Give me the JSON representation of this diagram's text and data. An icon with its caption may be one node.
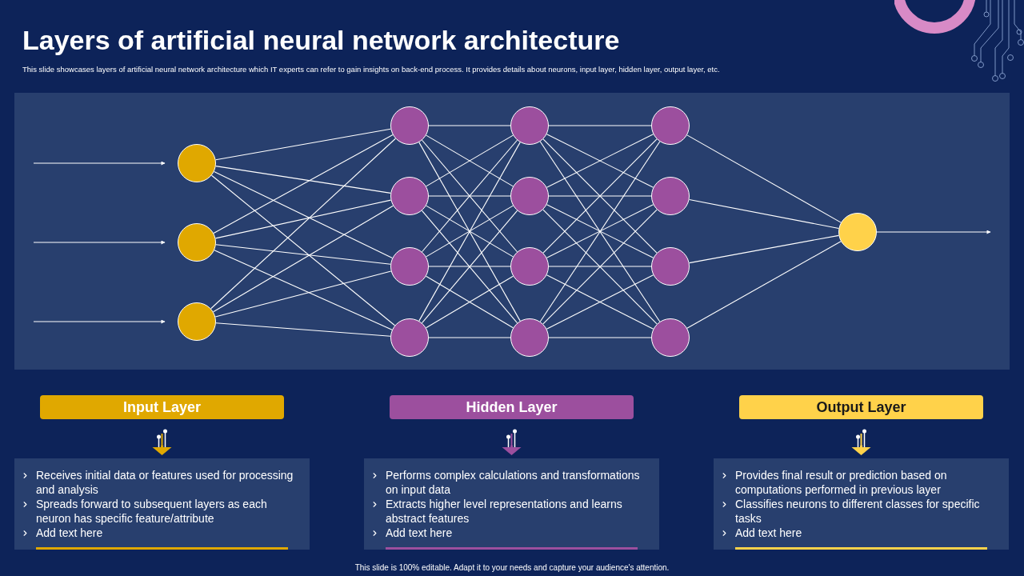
{
  "diagram": {
    "title": "Layers of artificial neural network architecture",
    "nodes": [
      {
        "text": [],
        "shape": "circle"
      },
      {
        "text": [],
        "shape": "circle"
      },
      {
        "text": [],
        "shape": "circle"
      },
      {
        "text": [],
        "shape": "circle"
      },
      {
        "text": [],
        "shape": "circle"
      },
      {
        "text": [],
        "shape": "circle"
      },
      {
        "text": [],
        "shape": "circle"
      },
      {
        "text": [],
        "shape": "circle"
      },
      {
        "text": [],
        "shape": "circle"
      },
      {
        "text": [],
        "shape": "circle"
      },
      {
        "text": [],
        "shape": "circle"
      },
      {
        "text": [],
        "shape": "circle"
      },
      {
        "text": [],
        "shape": "circle"
      },
      {
        "text": [],
        "shape": "circle"
      },
      {
        "text": [],
        "shape": "circle"
      },
      {
        "text": [],
        "shape": "circle"
      },
      {
        "text": [
          "Input Layer"
        ]
      },
      {
        "text": [
          "Hidden Layer"
        ]
      },
      {
        "text": [
          "Output Layer"
        ]
      },
      {
        "text": [
          "Receives initial data or features used for processing and analysis",
          "Spreads forward to subsequent layers as each neuron has specific feature/attribute",
          "Add text here"
        ]
      },
      {
        "text": [
          "Performs complex calculations and transformations on input data",
          "Extracts higher level representations and learns abstract features",
          "Add text here"
        ]
      },
      {
        "text": [
          "Provides final result or prediction based on computations performed in previous layer",
          "Classifies neurons to different classes for specific tasks",
          "Add text here"
        ]
      }
    ],
    "edges": [
      {
        "from": null,
        "to": 0,
        "arrow": "to"
      },
      {
        "from": null,
        "to": 1,
        "arrow": "to"
      },
      {
        "from": null,
        "to": 2,
        "arrow": "to"
      },
      {
        "from": 0,
        "to": 3,
        "arrow": "none"
      },
      {
        "from": 0,
        "to": 4,
        "arrow": "none"
      },
      {
        "from": 0,
        "to": 5,
        "arrow": "none"
      },
      {
        "from": 0,
        "to": 6,
        "arrow": "none"
      },
      {
        "from": 1,
        "to": 3,
        "arrow": "none"
      },
      {
        "from": 1,
        "to": 4,
        "arrow": "none"
      },
      {
        "from": 1,
        "to": 5,
        "arrow": "none"
      },
      {
        "from": 1,
        "to": 6,
        "arrow": "none"
      },
      {
        "from": 2,
        "to": 3,
        "arrow": "none"
      },
      {
        "from": 2,
        "to": 4,
        "arrow": "none"
      },
      {
        "from": 2,
        "to": 5,
        "arrow": "none"
      },
      {
        "from": 2,
        "to": 6,
        "arrow": "none"
      },
      {
        "from": 3,
        "to": 7,
        "arrow": "none"
      },
      {
        "from": 3,
        "to": 8,
        "arrow": "none"
      },
      {
        "from": 3,
        "to": 9,
        "arrow": "none"
      },
      {
        "from": 3,
        "to": 10,
        "arrow": "none"
      },
      {
        "from": 4,
        "to": 7,
        "arrow": "none"
      },
      {
        "from": 4,
        "to": 8,
        "arrow": "none"
      },
      {
        "from": 4,
        "to": 9,
        "arrow": "none"
      },
      {
        "from": 4,
        "to": 10,
        "arrow": "none"
      },
      {
        "from": 5,
        "to": 7,
        "arrow": "none"
      },
      {
        "from": 5,
        "to": 8,
        "arrow": "none"
      },
      {
        "from": 5,
        "to": 9,
        "arrow": "none"
      },
      {
        "from": 5,
        "to": 10,
        "arrow": "none"
      },
      {
        "from": 6,
        "to": 7,
        "arrow": "none"
      },
      {
        "from": 6,
        "to": 8,
        "arrow": "none"
      },
      {
        "from": 6,
        "to": 9,
        "arrow": "none"
      },
      {
        "from": 6,
        "to": 10,
        "arrow": "none"
      },
      {
        "from": 7,
        "to": 11,
        "arrow": "none"
      },
      {
        "from": 7,
        "to": 12,
        "arrow": "none"
      },
      {
        "from": 7,
        "to": 13,
        "arrow": "none"
      },
      {
        "from": 7,
        "to": 14,
        "arrow": "none"
      },
      {
        "from": 8,
        "to": 11,
        "arrow": "none"
      },
      {
        "from": 8,
        "to": 12,
        "arrow": "none"
      },
      {
        "from": 8,
        "to": 13,
        "arrow": "none"
      },
      {
        "from": 8,
        "to": 14,
        "arrow": "none"
      },
      {
        "from": 9,
        "to": 11,
        "arrow": "none"
      },
      {
        "from": 9,
        "to": 12,
        "arrow": "none"
      },
      {
        "from": 9,
        "to": 13,
        "arrow": "none"
      },
      {
        "from": 9,
        "to": 14,
        "arrow": "none"
      },
      {
        "from": 10,
        "to": 11,
        "arrow": "none"
      },
      {
        "from": 10,
        "to": 12,
        "arrow": "none"
      },
      {
        "from": 10,
        "to": 13,
        "arrow": "none"
      },
      {
        "from": 10,
        "to": 14,
        "arrow": "none"
      },
      {
        "from": 11,
        "to": 15,
        "arrow": "none"
      },
      {
        "from": 12,
        "to": 15,
        "arrow": "none"
      },
      {
        "from": 13,
        "to": 15,
        "arrow": "none"
      },
      {
        "from": 14,
        "to": 15,
        "arrow": "none"
      },
      {
        "from": 15,
        "to": null,
        "arrow": "to"
      },
      {
        "from": 16,
        "to": 19,
        "arrow": "to",
        "color": "#e0a800"
      },
      {
        "from": 17,
        "to": 20,
        "arrow": "to",
        "color": "#9c4f9e"
      },
      {
        "from": 18,
        "to": 21,
        "arrow": "to",
        "color": "#ffd24a"
      }
    ],
    "labels": [
      "This slide showcases layers of artificial neural network architecture which IT experts can refer to gain insights on back-end process. It provides details about neurons, input layer, hidden layer, output layer, etc.",
      "This slide is 100% editable. Adapt it to your needs and capture your audience's attention."
    ]
  }
}
